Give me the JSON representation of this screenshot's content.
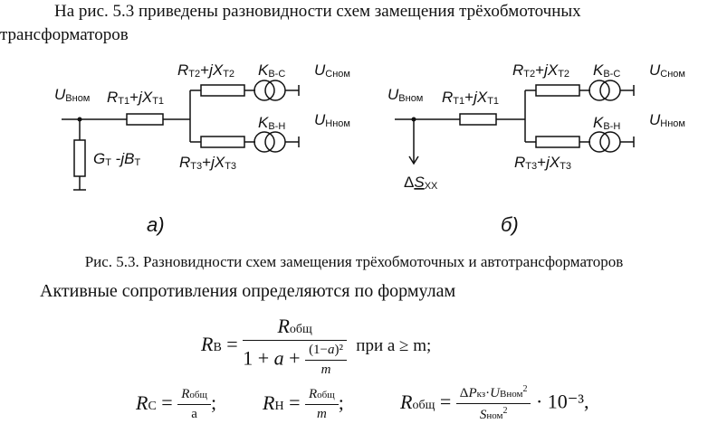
{
  "intro": {
    "line1": "На рис. 5.3 приведены разновидности схем замещения трёхобмоточных",
    "line2": "трансформаторов"
  },
  "figure": {
    "label_a": "а)",
    "label_b": "б)",
    "caption": "Рис. 5.3. Разновидности схем замещения трёхобмоточных и автотрансформаторов"
  },
  "lead": "Активные сопротивления определяются по формулам",
  "formulas": {
    "rb_condition": "при a ≥ m;",
    "r_total_factor": "· 10⁻³,"
  }
}
